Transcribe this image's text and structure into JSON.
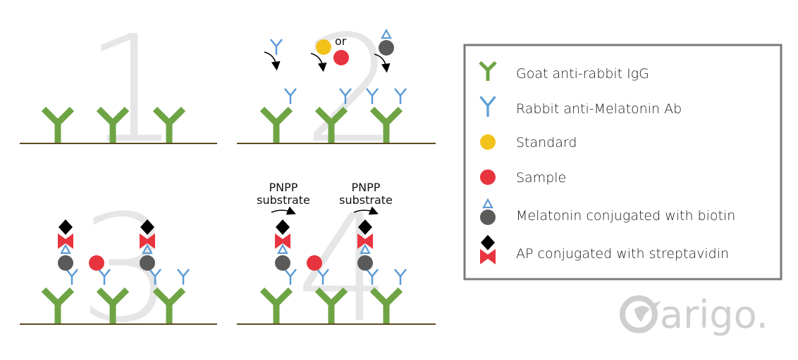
{
  "steps": [
    "1",
    "2",
    "3",
    "4"
  ],
  "or_label": "or",
  "substrate_line1": "PNPP",
  "substrate_line2": "substrate",
  "legend": [
    {
      "icon": "goat-igg-icon",
      "label": "Goat anti-rabbit IgG"
    },
    {
      "icon": "rabbit-ab-icon",
      "label": "Rabbit anti-Melatonin Ab"
    },
    {
      "icon": "standard-icon",
      "label": "Standard"
    },
    {
      "icon": "sample-icon",
      "label": "Sample"
    },
    {
      "icon": "melatonin-biotin-icon",
      "label": "Melatonin conjugated with biotin"
    },
    {
      "icon": "ap-streptavidin-icon",
      "label": "AP conjugated with streptavidin"
    }
  ],
  "logo": "arigo.",
  "colors": {
    "goat": "#6ea444",
    "rabbit": "#5b9bd5",
    "standard": "#f2c21b",
    "sample": "#e8343e",
    "melatonin": "#5a5a5a",
    "ap": "#e8343e",
    "diamond": "#000000",
    "ground": "#5b4a1f",
    "step_number": "#e6e6e6",
    "logo": "#cfcfcf"
  }
}
